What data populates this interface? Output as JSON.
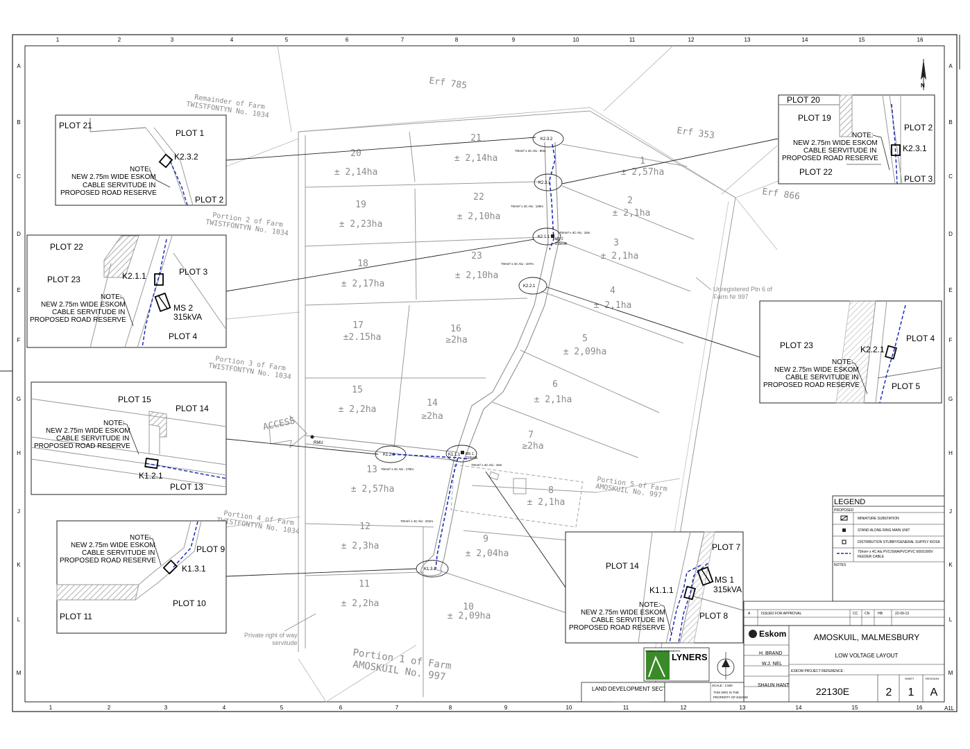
{
  "grid": {
    "columns": [
      "1",
      "2",
      "3",
      "4",
      "5",
      "6",
      "7",
      "8",
      "9",
      "10",
      "11",
      "12",
      "13",
      "14",
      "15",
      "16"
    ],
    "rows": [
      "A",
      "B",
      "C",
      "D",
      "E",
      "F",
      "G",
      "H",
      "J",
      "K",
      "L",
      "M"
    ],
    "corner": "A1L"
  },
  "map_labels": {
    "erf785": "Erf 785",
    "erf353": "Erf 353",
    "erf866": "Erf 866",
    "remainder_l1": "Remainder of Farm",
    "remainder_l2": "TWISTFONTYN No. 1034",
    "portion2_l1": "Portion 2 of Farm",
    "portion2_l2": "TWISTFONTYN No. 1034",
    "portion3_l1": "Portion 3 of Farm",
    "portion3_l2": "TWISTFONTYN No. 1034",
    "portion4_l1": "Portion 4 of Farm",
    "portion4_l2": "TWISTFONTYN No. 1034",
    "portion5_l1": "Portion 5 of Farm",
    "portion5_l2": "AMOSKUIL No. 997",
    "portion1_l1": "Portion 1 of Farm",
    "portion1_l2": "AMOSKUIL No. 997",
    "unreg_l1": "Unregistered  Ptn 6 of",
    "unreg_l2": "Farm Nr 997",
    "access": "ACCESS",
    "rmu": "RMU",
    "private_l1": "Private right of way",
    "private_l2": "servitude"
  },
  "plots": [
    {
      "num": "21",
      "area": "± 2,14ha"
    },
    {
      "num": "20",
      "area": "± 2,14ha"
    },
    {
      "num": "1",
      "area": "± 2,57ha"
    },
    {
      "num": "22",
      "area": "± 2,10ha"
    },
    {
      "num": "19",
      "area": "± 2,23ha"
    },
    {
      "num": "2",
      "area": "± 2,1ha"
    },
    {
      "num": "3",
      "area": "± 2,1ha"
    },
    {
      "num": "23",
      "area": "± 2,10ha"
    },
    {
      "num": "18",
      "area": "± 2,17ha"
    },
    {
      "num": "4",
      "area": "± 2,1ha"
    },
    {
      "num": "17",
      "area": "±2.15ha"
    },
    {
      "num": "16",
      "area": "≥2ha"
    },
    {
      "num": "5",
      "area": "± 2,09ha"
    },
    {
      "num": "6",
      "area": "± 2,1ha"
    },
    {
      "num": "15",
      "area": "± 2,2ha"
    },
    {
      "num": "14",
      "area": "≥2ha"
    },
    {
      "num": "7",
      "area": "≥2ha"
    },
    {
      "num": "13",
      "area": "± 2,57ha"
    },
    {
      "num": "8",
      "area": "± 2,1ha"
    },
    {
      "num": "12",
      "area": "± 2,3ha"
    },
    {
      "num": "9",
      "area": "± 2,04ha"
    },
    {
      "num": "11",
      "area": "± 2,2ha"
    },
    {
      "num": "10",
      "area": "± 2,09ha"
    }
  ],
  "kiosks": [
    "K2.3.2",
    "K2.3.1",
    "K2.1.1",
    "K2.2.1",
    "K1.2.1",
    "K1.1.1",
    "K1.3.1"
  ],
  "cable_notes": {
    "c1": "70mm² x 4C Alu : 90m",
    "c2": "70mm² x 4C Alu : 129m",
    "c3": "70mm² x 4C Alu : 15m",
    "c4": "70mm² x 4C Alu : 107m",
    "c5": "70mm² x 4C Alu : 176m",
    "c6": "70mm² x 4C Alu : 15m",
    "c7": "70mm² x 4C Alu : 231m",
    "ms2": "MS 2",
    "ms2kva": "315kVA",
    "ms1": "MS 1",
    "ms1kva": "315kVA"
  },
  "insets": {
    "note": "NOTE:",
    "note_l1": "NEW 2.75m WIDE ESKOM",
    "note_l2": "CABLE SERVITUDE IN",
    "note_l3": "PROPOSED ROAD RESERVE",
    "i1": {
      "a": "PLOT 21",
      "b": "PLOT 1",
      "c": "PLOT 2",
      "k": "K2.3.2"
    },
    "i2": {
      "a": "PLOT 20",
      "b": "PLOT 19",
      "c": "PLOT 2",
      "d": "PLOT 22",
      "e": "PLOT 3",
      "k": "K2.3.1"
    },
    "i3": {
      "a": "PLOT 22",
      "b": "PLOT 23",
      "c": "PLOT 3",
      "d": "PLOT 4",
      "k": "K2.1.1",
      "ms": "MS 2",
      "kva": "315kVA"
    },
    "i4": {
      "a": "PLOT 23",
      "b": "PLOT 4",
      "c": "PLOT 5",
      "k": "K2.2.1"
    },
    "i5": {
      "a": "PLOT 15",
      "b": "PLOT 14",
      "c": "PLOT 13",
      "k": "K1.2.1"
    },
    "i6": {
      "a": "PLOT 9",
      "b": "PLOT 10",
      "c": "PLOT 11",
      "k": "K1.3.1"
    },
    "i7": {
      "a": "PLOT 7",
      "b": "PLOT 14",
      "c": "PLOT 8",
      "k": "K1.1.1",
      "ms": "MS 1",
      "kva": "315kVA"
    }
  },
  "legend": {
    "title": "LEGEND",
    "proposed": "PROPOSED",
    "items": [
      "MINIATURE SUBSTATION",
      "STAND ALONE RING MAIN UNIT",
      "DISTRIBUTION STUBBY/GENERAL SUPPLY KIOSK",
      "70mm² x 4C Alu PVC/SWA/PVC/PVC  600/1000V"
    ],
    "item4_l2": "FEEDER CABLE",
    "notes": "NOTES"
  },
  "revision": {
    "rev": "A",
    "desc": "ISSUED FOR APPROVAL",
    "by": "CC",
    "chk": "CN",
    "app": "HB",
    "date": "22-09-13"
  },
  "title_block": {
    "brand": "Eskom",
    "project": "AMOSKUIL, MALMESBURY",
    "subtitle": "LOW VOLTAGE LAYOUT",
    "ref_label": "ESKOM PROJECT REFERENCE :",
    "signer1": "H. BRAND",
    "signer2": "W.J. NEL",
    "approver": "SHAUN HANT",
    "drawing_no": "22130E",
    "sheet": "2",
    "sheets": "1",
    "rev_no": "A",
    "sht_label": "SHEET",
    "rev_label": "REVISION",
    "scale": "SCALE : 1:500",
    "company": "LYNERS",
    "company_sub": "CONSULTING ENGINEERS",
    "section": "LAND DEVELOPMENT SECTION",
    "property_l1": "THIS DRG IS THE",
    "property_l2": "PROPERTY OF ESKOM"
  },
  "colors": {
    "cable": "#1a2bb8",
    "frame": "#222222",
    "grey_line": "#9a9a9a"
  }
}
